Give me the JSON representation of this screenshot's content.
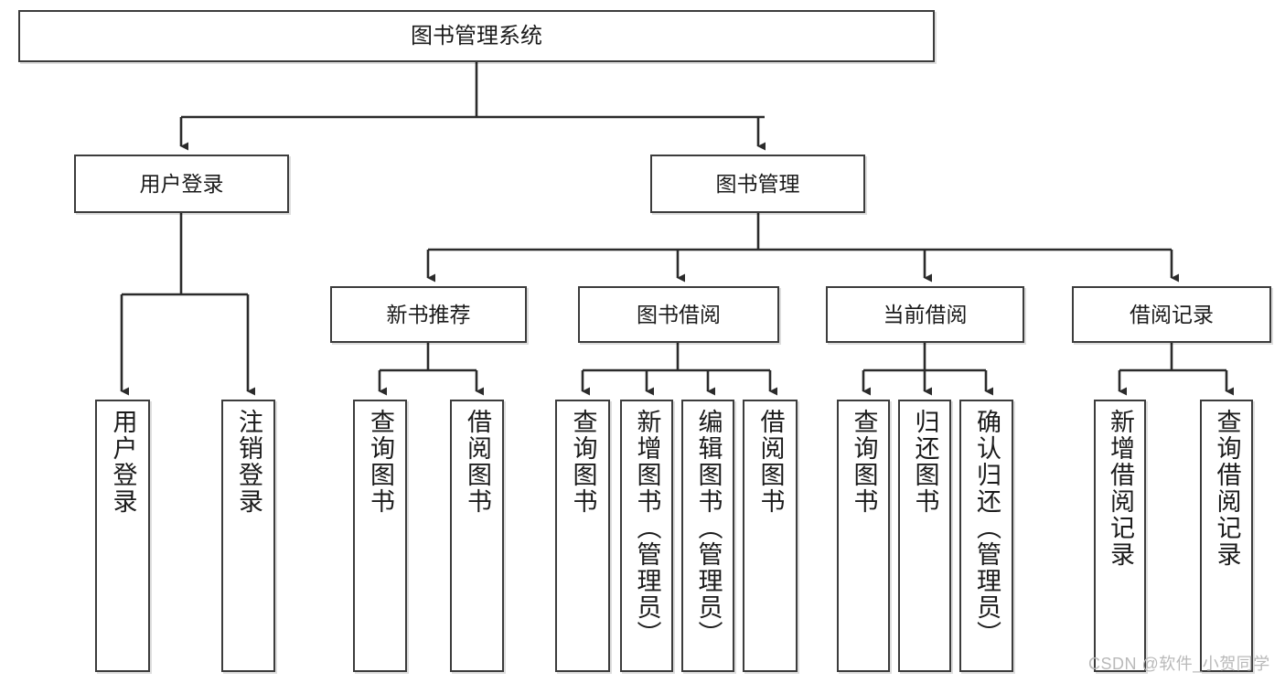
{
  "diagram": {
    "title": "图书管理系统",
    "type": "hierarchy-tree",
    "root": {
      "id": "root",
      "label": "图书管理系统",
      "orientation": "horizontal"
    },
    "level2": [
      {
        "id": "user-login",
        "label": "用户登录",
        "orientation": "horizontal"
      },
      {
        "id": "book-manage",
        "label": "图书管理",
        "orientation": "horizontal"
      }
    ],
    "level3": [
      {
        "id": "new-book-rec",
        "label": "新书推荐",
        "orientation": "horizontal",
        "parent": "book-manage"
      },
      {
        "id": "book-borrow",
        "label": "图书借阅",
        "orientation": "horizontal",
        "parent": "book-manage"
      },
      {
        "id": "current-borrow",
        "label": "当前借阅",
        "orientation": "horizontal",
        "parent": "book-manage"
      },
      {
        "id": "borrow-record",
        "label": "借阅记录",
        "orientation": "horizontal",
        "parent": "book-manage"
      }
    ],
    "leaves": [
      {
        "id": "leaf-user-login",
        "label": "用户登录",
        "orientation": "vertical",
        "parent": "user-login"
      },
      {
        "id": "leaf-logout",
        "label": "注销登录",
        "orientation": "vertical",
        "parent": "user-login"
      },
      {
        "id": "leaf-query-book-1",
        "label": "查询图书",
        "orientation": "vertical",
        "parent": "new-book-rec"
      },
      {
        "id": "leaf-borrow-book-1",
        "label": "借阅图书",
        "orientation": "vertical",
        "parent": "new-book-rec"
      },
      {
        "id": "leaf-query-book-2",
        "label": "查询图书",
        "orientation": "vertical",
        "parent": "book-borrow"
      },
      {
        "id": "leaf-add-book",
        "label": "新增图书（管理员）",
        "orientation": "vertical",
        "parent": "book-borrow"
      },
      {
        "id": "leaf-edit-book",
        "label": "编辑图书（管理员）",
        "orientation": "vertical",
        "parent": "book-borrow"
      },
      {
        "id": "leaf-borrow-book-2",
        "label": "借阅图书",
        "orientation": "vertical",
        "parent": "book-borrow"
      },
      {
        "id": "leaf-query-book-3",
        "label": "查询图书",
        "orientation": "vertical",
        "parent": "current-borrow"
      },
      {
        "id": "leaf-return-book",
        "label": "归还图书",
        "orientation": "vertical",
        "parent": "current-borrow"
      },
      {
        "id": "leaf-confirm-return",
        "label": "确认归还（管理员）",
        "orientation": "vertical",
        "parent": "current-borrow"
      },
      {
        "id": "leaf-add-record",
        "label": "新增借阅记录",
        "orientation": "vertical",
        "parent": "borrow-record"
      },
      {
        "id": "leaf-query-record",
        "label": "查询借阅记录",
        "orientation": "vertical",
        "parent": "borrow-record"
      }
    ],
    "colors": {
      "box_border": "#3c3c3c",
      "box_fill": "#ffffff",
      "connector": "#2b2b2b",
      "text": "#1b1b1b",
      "watermark": "#b9b9b9"
    }
  },
  "watermark": {
    "text": "CSDN @软件_小贺同学"
  }
}
